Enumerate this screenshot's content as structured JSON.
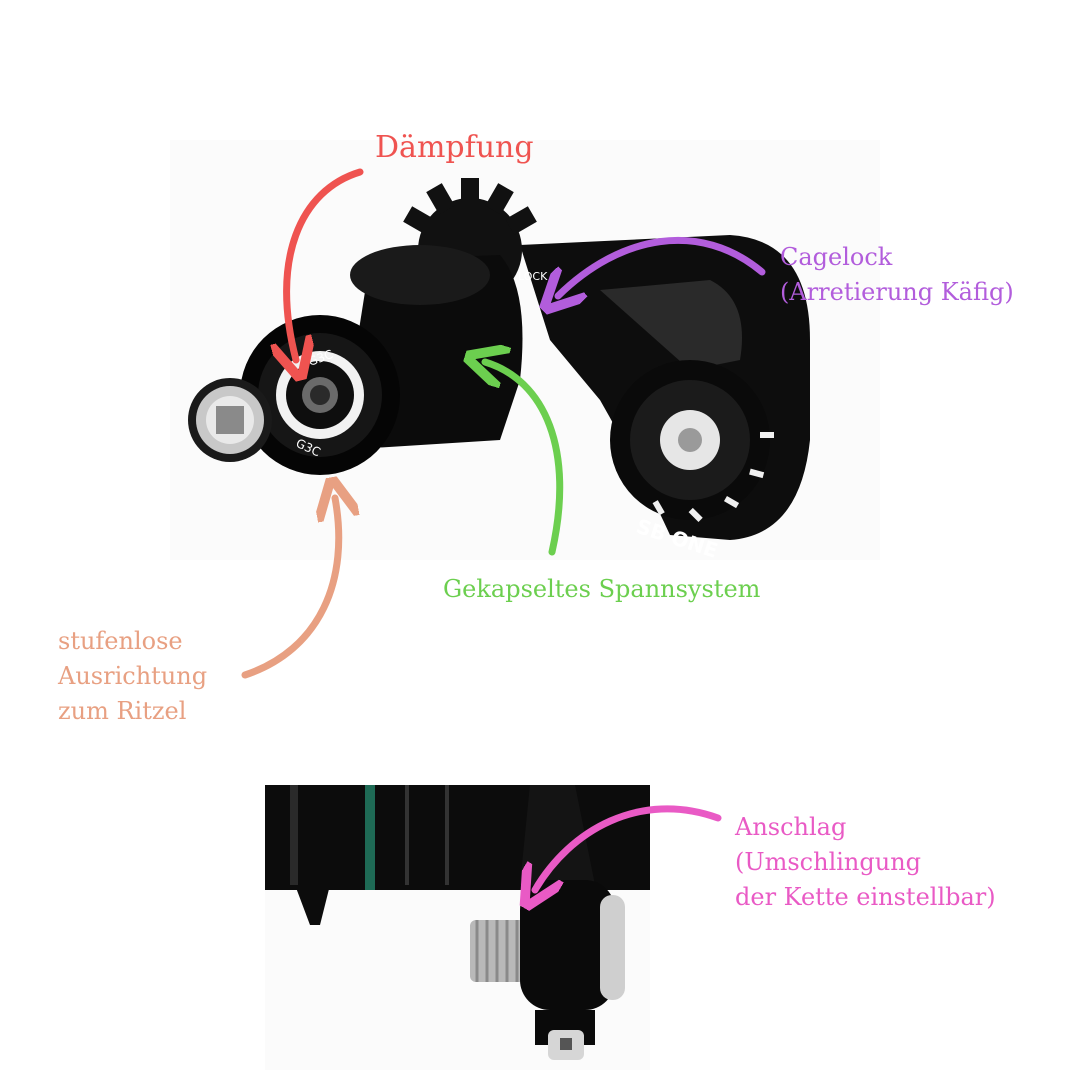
{
  "photo_top": {
    "stamped_text": [
      "G3C",
      "G3C",
      "LOCK",
      "SB ONE"
    ]
  },
  "photo_bottom": {},
  "labels": {
    "daempfung": "Dämpfung",
    "cagelock": "Cagelock\n(Arretierung Käfig)",
    "spannsystem": "Gekapseltes Spannsystem",
    "ausrichtung": "stufenlose\nAusrichtung\nzum Ritzel",
    "anschlag": "Anschlag\n(Umschlingung\nder Kette einstellbar)"
  },
  "colors": {
    "daempfung": "#ef5350",
    "cagelock": "#b25ddc",
    "spannsystem": "#6ccf4f",
    "ausrichtung": "#e8a082",
    "anschlag": "#e95ac5"
  }
}
